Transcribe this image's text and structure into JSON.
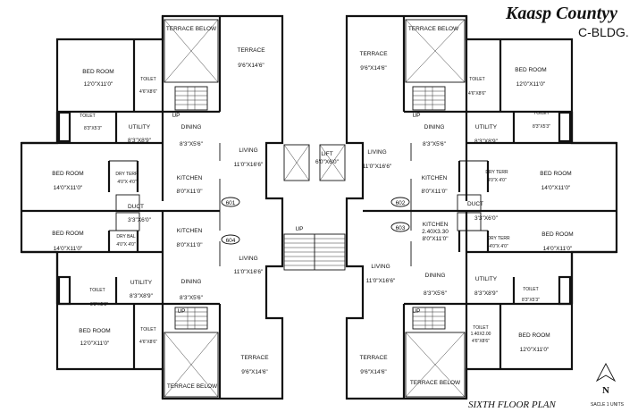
{
  "header": {
    "title": "Kaasp Countyy",
    "building": "C-BLDG."
  },
  "footer": {
    "plan_label": "SIXTH FLOOR PLAN",
    "scale_label": "SACLE 1 UNITS",
    "north_letter": "N"
  },
  "lift": {
    "label": "LIFT",
    "dim": "6'0\"X6'0\""
  },
  "stairs": {
    "up_1": "UP",
    "up_2": "UP"
  },
  "flats": [
    {
      "no": "601",
      "rooms": {
        "terrace_below": "TERRACE BELOW",
        "terrace": "TERRACE",
        "terrace_dim": "9'6\"X14'6\"",
        "bed_room_1": "BED ROOM",
        "bed_room_1_dim": "12'0\"X11'0\"",
        "toilet_1": "TOILET",
        "toilet_1_dim": "4'6\"X8'6\"",
        "toilet_2": "TOILET",
        "toilet_2_dim": "8'3\"X5'3\"",
        "utility": "UTILITY",
        "utility_dim": "8'3\"X8'9\"",
        "dining": "DINING",
        "dining_dim": "8'3\"X5'6\"",
        "living": "LIVING",
        "living_dim": "11'0\"X16'6\"",
        "bed_room_2": "BED ROOM",
        "bed_room_2_dim": "14'0\"X11'0\"",
        "dry_terr": "DRY TERR",
        "dry_terr_dim": "4'0\"X 4'0\"",
        "kitchen": "KITCHEN",
        "kitchen_dim": "8'0\"X11'0\"",
        "duct": "DUCT",
        "duct_dim": "3'3\"X6'0\"",
        "up": "UP"
      }
    },
    {
      "no": "602",
      "rooms": {
        "terrace": "TERRACE",
        "terrace_dim": "9'6\"X14'6\"",
        "terrace_below": "TERRACE BELOW",
        "bed_room_1": "BED ROOM",
        "bed_room_1_dim": "12'0\"X11'0\"",
        "toilet_1": "TOILET",
        "toilet_1_dim": "4'6\"X8'6\"",
        "toilet_2": "TOILET",
        "toilet_2_dim": "8'3\"X5'3\"",
        "utility": "UTILITY",
        "utility_dim": "8'3\"X8'9\"",
        "dining": "DINING",
        "dining_dim": "8'3\"X5'6\"",
        "living": "LIVING",
        "living_dim": "11'0\"X16'6\"",
        "bed_room_2": "BED ROOM",
        "bed_room_2_dim": "14'0\"X11'0\"",
        "dry_terr": "DRY TERR",
        "dry_terr_dim": "4'0\"X 4'0\"",
        "kitchen": "KITCHEN",
        "kitchen_dim": "8'0\"X11'0\"",
        "duct": "DUCT",
        "duct_dim": "3'3\"X6'0\"",
        "up": "UP"
      }
    },
    {
      "no": "603",
      "rooms": {
        "kitchen": "KITCHEN",
        "kitchen_dim_1": "2.40X3.30",
        "kitchen_dim": "8'0\"X11'0\"",
        "duct_dim": "3'3\"X6'0\"",
        "dry_terr": "DRY TERR",
        "dry_terr_dim": "4'0\"X 4'0\"",
        "bed_room_2": "BED ROOM",
        "bed_room_2_dim": "14'0\"X11'0\"",
        "living": "LIVING",
        "living_dim": "11'0\"X16'6\"",
        "dining": "DINING",
        "dining_dim": "8'3\"X5'6\"",
        "utility": "UTILITY",
        "utility_dim": "8'3\"X8'9\"",
        "toilet_2": "TOILET",
        "toilet_2_dim": "8'3\"X5'3\"",
        "toilet_1": "TOILET",
        "toilet_1_dim_1": "1.40X2.00",
        "toilet_1_dim": "4'6\"X8'6\"",
        "bed_room_1": "BED ROOM",
        "bed_room_1_dim": "12'0\"X11'0\"",
        "terrace": "TERRACE",
        "terrace_dim": "9'6\"X14'6\"",
        "terrace_below": "TERRACE BELOW",
        "up": "UP"
      }
    },
    {
      "no": "604",
      "rooms": {
        "kitchen": "KITCHEN",
        "kitchen_dim": "8'0\"X11'0\"",
        "bed_room_2": "BED ROOM",
        "bed_room_2_dim": "14'0\"X11'0\"",
        "dry_bal": "DRY BAL",
        "dry_bal_dim": "4'0\"X 4'0\"",
        "living": "LIVING",
        "living_dim": "11'0\"X16'6\"",
        "dining": "DINING",
        "dining_dim": "8'3\"X5'6\"",
        "utility": "UTILITY",
        "utility_dim": "8'3\"X8'9\"",
        "toilet_2": "TOILET",
        "toilet_2_dim": "8'3\"X5'3\"",
        "toilet_1": "TOILET",
        "toilet_1_dim": "4'6\"X8'6\"",
        "bed_room_1": "BED ROOM",
        "bed_room_1_dim": "12'0\"X11'0\"",
        "terrace": "TERRACE",
        "terrace_dim": "9'6\"X14'6\"",
        "terrace_below": "TERRACE BELOW",
        "up": "UP"
      }
    }
  ]
}
